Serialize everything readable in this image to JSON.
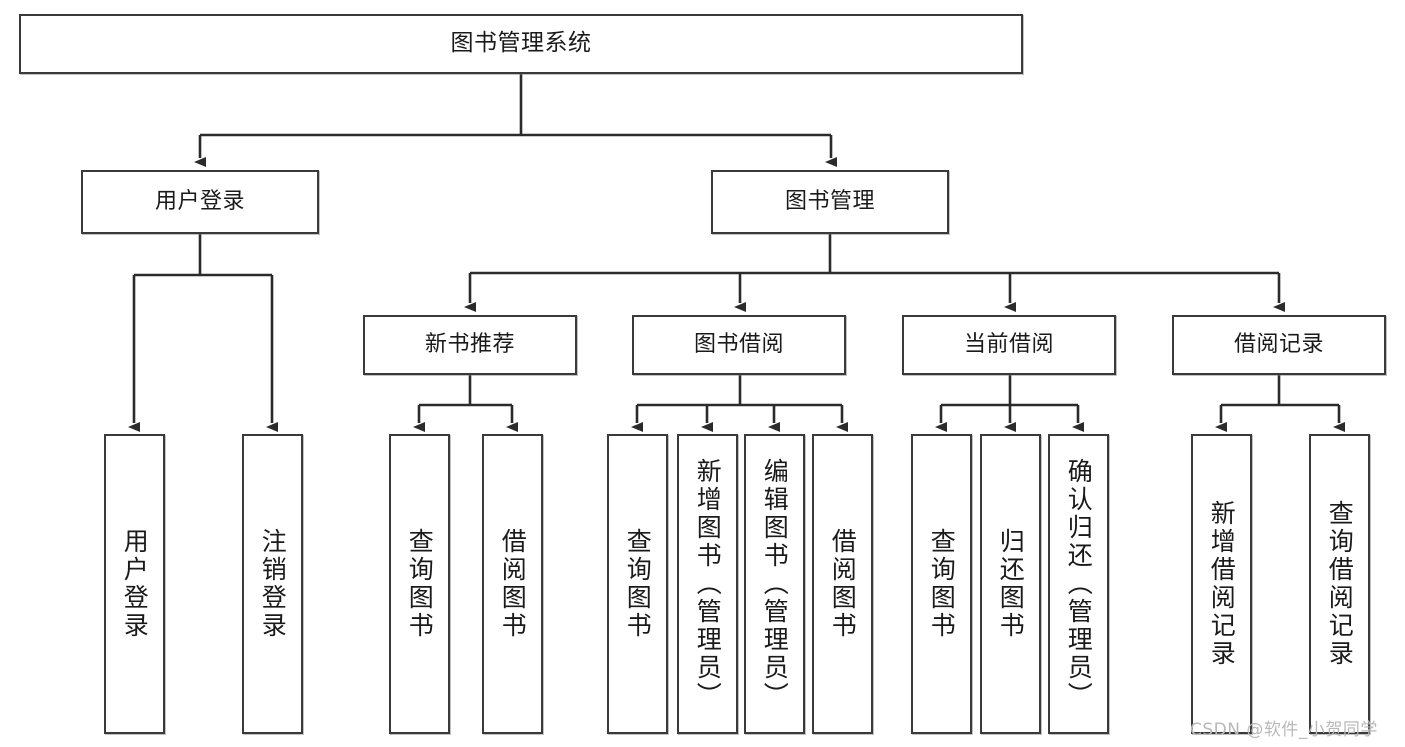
{
  "diagram": {
    "title": "图书管理系统",
    "type": "tree",
    "watermark": "CSDN @软件_小贺同学",
    "colors": {
      "box_border": "#3a3a3a",
      "box_fill": "#ffffff",
      "edge": "#2b2b2b",
      "text": "#1a1a1a",
      "watermark": "#b9b9b9",
      "background": "#ffffff"
    },
    "nodes": {
      "root": {
        "label": "图书管理系统"
      },
      "level2": [
        {
          "id": "user-login",
          "label": "用户登录"
        },
        {
          "id": "book-manage",
          "label": "图书管理"
        }
      ],
      "level3": [
        {
          "id": "new-book-recommend",
          "label": "新书推荐"
        },
        {
          "id": "book-borrow",
          "label": "图书借阅"
        },
        {
          "id": "current-borrow",
          "label": "当前借阅"
        },
        {
          "id": "borrow-record",
          "label": "借阅记录"
        }
      ],
      "leaves": {
        "user-login": [
          {
            "id": "leaf-user-login",
            "label": "用户登录"
          },
          {
            "id": "leaf-user-logout",
            "label": "注销登录"
          }
        ],
        "new-book-recommend": [
          {
            "id": "leaf-query-book-1",
            "label": "查询图书"
          },
          {
            "id": "leaf-borrow-book-1",
            "label": "借阅图书"
          }
        ],
        "book-borrow": [
          {
            "id": "leaf-query-book-2",
            "label": "查询图书"
          },
          {
            "id": "leaf-add-book",
            "label": "新增图书（管理员）"
          },
          {
            "id": "leaf-edit-book",
            "label": "编辑图书（管理员）"
          },
          {
            "id": "leaf-borrow-book-2",
            "label": "借阅图书"
          }
        ],
        "current-borrow": [
          {
            "id": "leaf-query-book-3",
            "label": "查询图书"
          },
          {
            "id": "leaf-return-book",
            "label": "归还图书"
          },
          {
            "id": "leaf-confirm-return",
            "label": "确认归还（管理员）"
          }
        ],
        "borrow-record": [
          {
            "id": "leaf-add-record",
            "label": "新增借阅记录"
          },
          {
            "id": "leaf-query-record",
            "label": "查询借阅记录"
          }
        ]
      }
    }
  }
}
